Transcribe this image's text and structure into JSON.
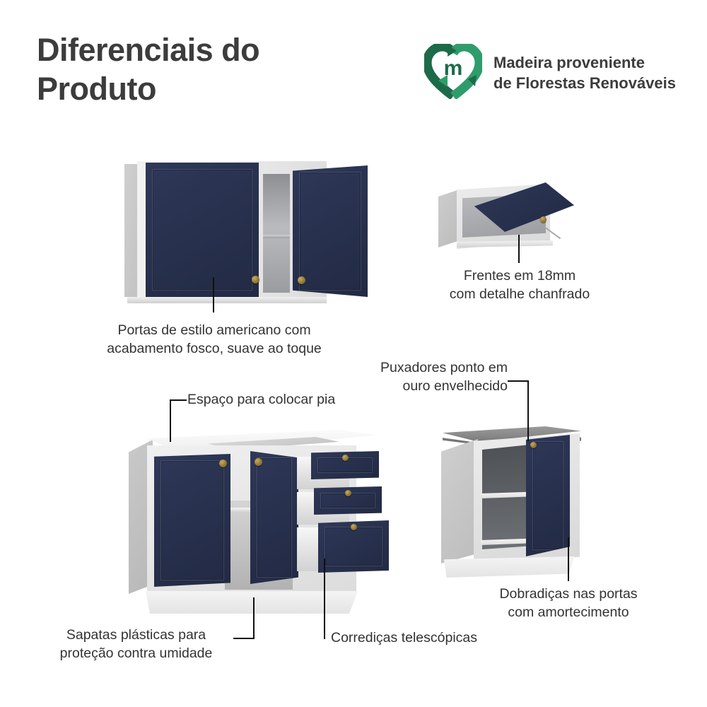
{
  "header": {
    "title": "Diferenciais do\nProduto",
    "badge": {
      "icon": "recycle-heart-logo",
      "monogram": "m",
      "text": "Madeira proveniente\nde Florestas Renováveis",
      "logo_color_dark": "#1f6b4a",
      "logo_color_light": "#2e9d6b"
    }
  },
  "colors": {
    "background": "#ffffff",
    "door_navy": "#2a3350",
    "carcass_white": "#e9e9e9",
    "knob_brass": "#8a7136",
    "countertop_stone": "#8a8a8a",
    "text_dark": "#333333",
    "leader_line": "#111111"
  },
  "features": [
    {
      "id": "portas-estilo-americano",
      "label": "Portas de estilo americano com\nacabamento fosco, suave ao toque",
      "illustration": "wall-cabinet-two-doors"
    },
    {
      "id": "frentes-18mm",
      "label": "Frentes em 18mm\ncom detalhe chanfrado",
      "illustration": "wall-cabinet-flip-up-door"
    },
    {
      "id": "espaco-pia",
      "label": "Espaço para colocar pia",
      "illustration": "sink-base-cabinet"
    },
    {
      "id": "puxadores-ouro",
      "label": "Puxadores ponto em\nouro envelhecido",
      "illustration": "base-cabinet-knob"
    },
    {
      "id": "sapatas-plasticas",
      "label": "Sapatas plásticas para\nproteção contra umidade",
      "illustration": "sink-base-cabinet-plinth"
    },
    {
      "id": "corredicas-telescopicas",
      "label": "Corrediças telescópicas",
      "illustration": "sink-base-cabinet-drawers"
    },
    {
      "id": "dobradicas-amortecimento",
      "label": "Dobradiças nas portas\ncom amortecimento",
      "illustration": "base-cabinet-open-door"
    }
  ]
}
